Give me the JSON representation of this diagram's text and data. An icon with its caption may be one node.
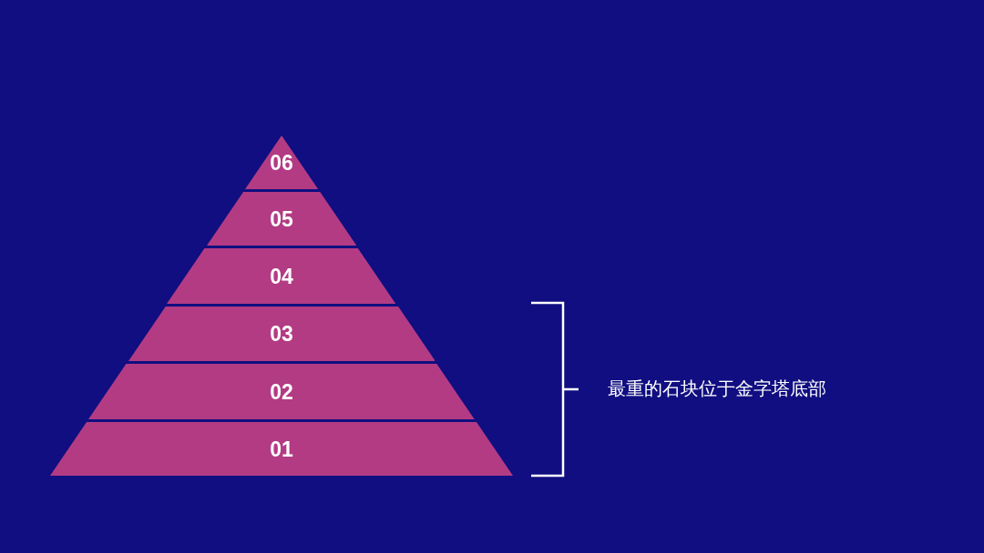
{
  "diagram": {
    "nodes": [
      {
        "text": [
          "06"
        ]
      },
      {
        "text": [
          "05"
        ]
      },
      {
        "text": [
          "04"
        ]
      },
      {
        "text": [
          "03"
        ]
      },
      {
        "text": [
          "02"
        ]
      },
      {
        "text": [
          "01"
        ]
      }
    ],
    "labels": [
      "最重的石块位于金字塔底部"
    ]
  }
}
